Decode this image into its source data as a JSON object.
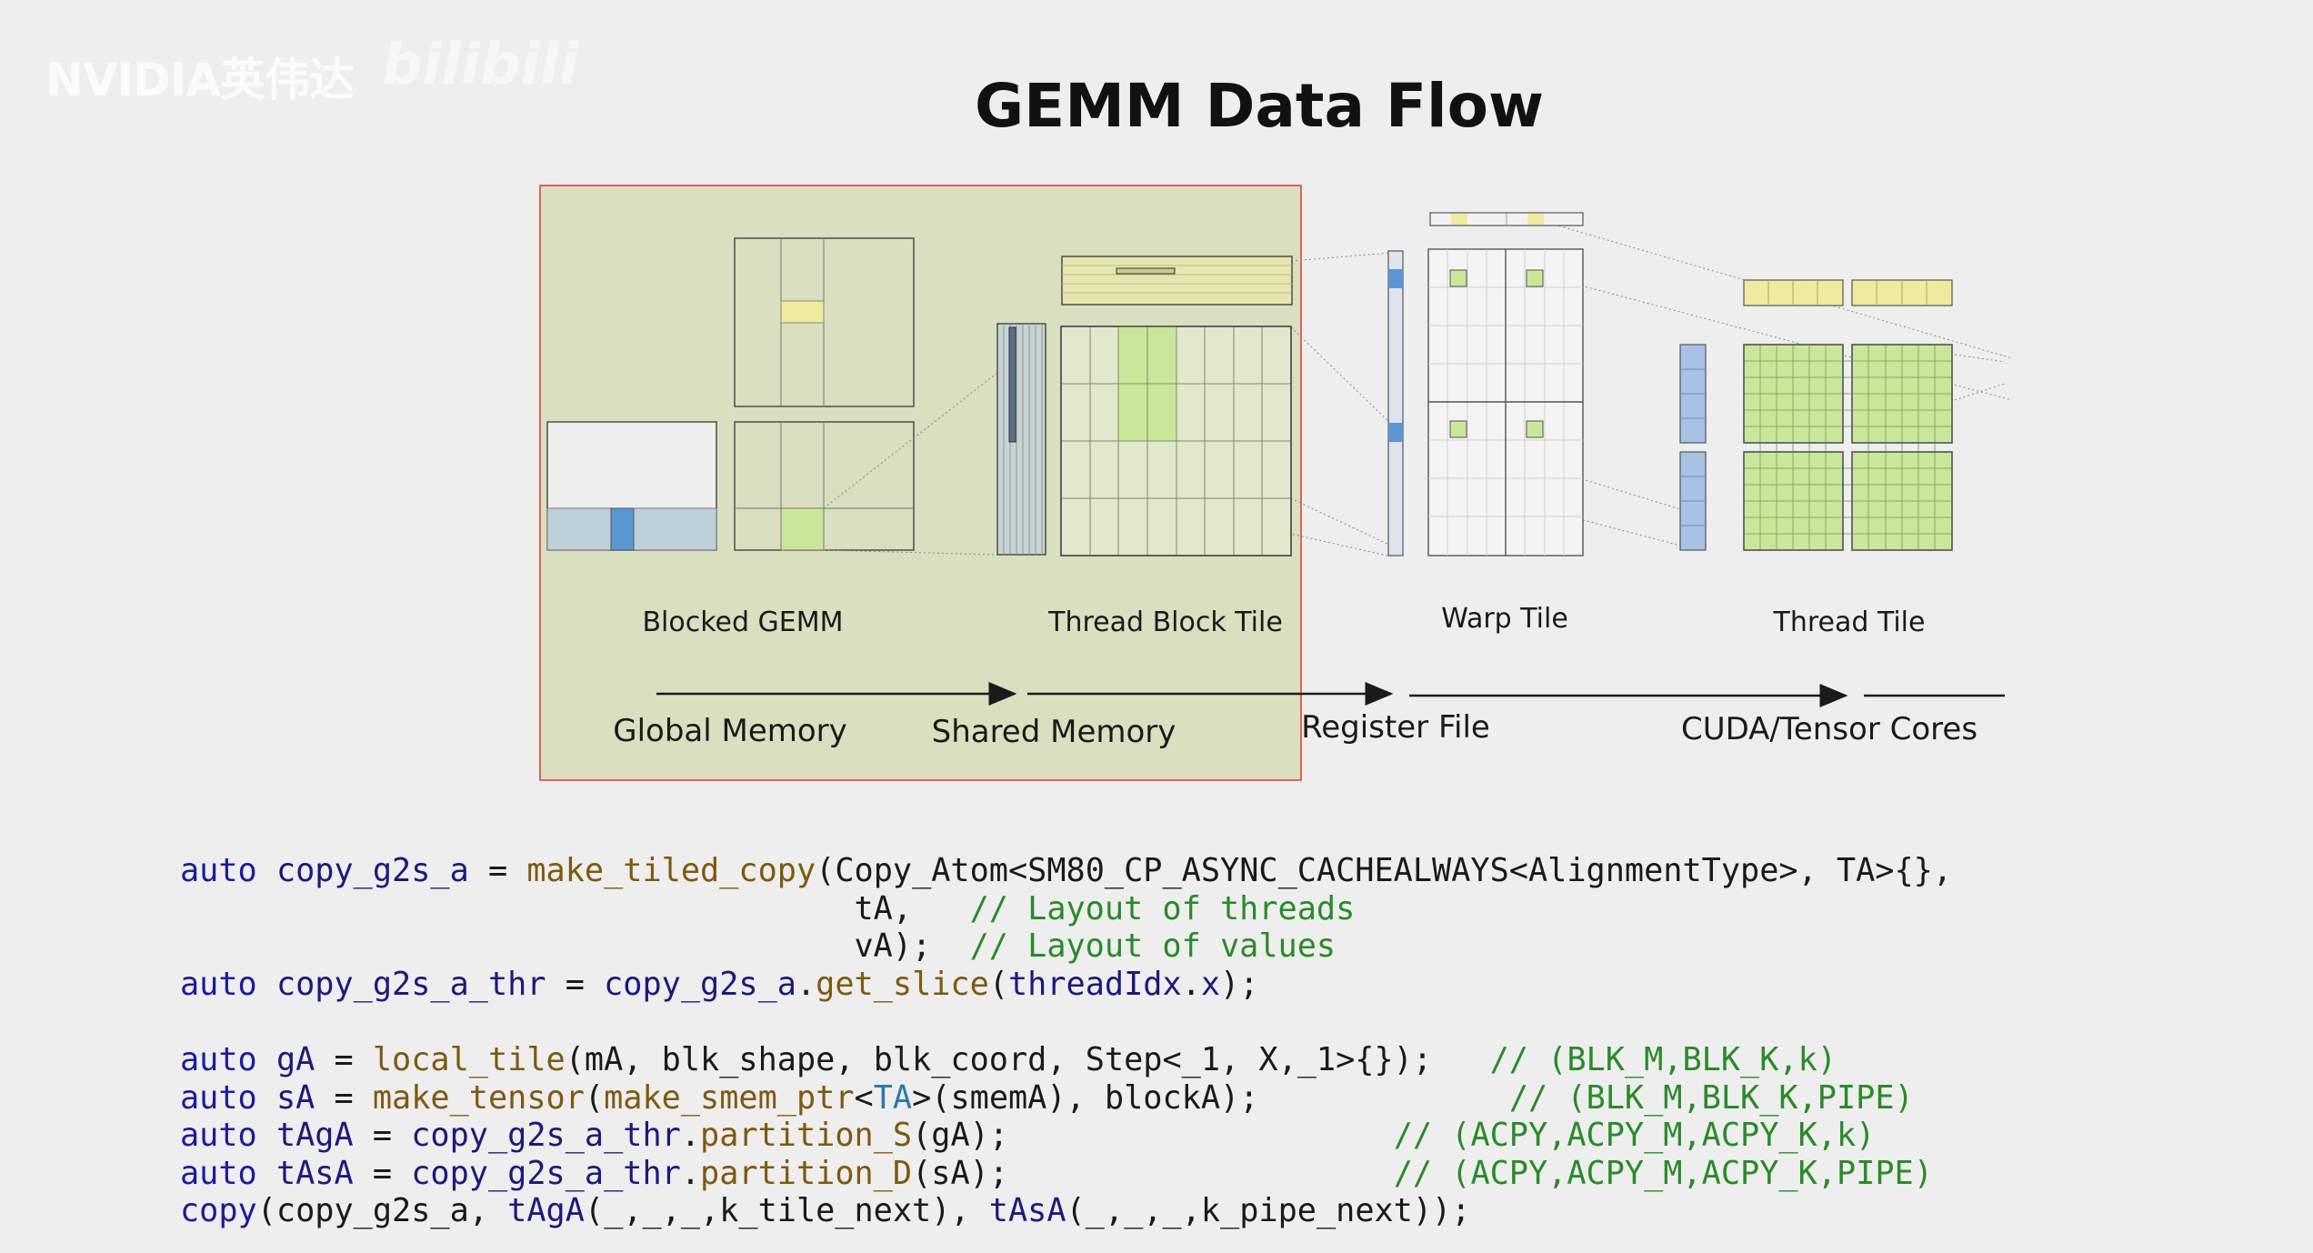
{
  "watermark": {
    "brand": "NVIDIA英伟达",
    "site": "bilibili"
  },
  "title": "GEMM Data Flow",
  "diagram": {
    "stage_labels": {
      "blocked_gemm": "Blocked GEMM",
      "thread_block_tile": "Thread Block Tile",
      "warp_tile": "Warp Tile",
      "thread_tile": "Thread Tile"
    },
    "flow_labels": {
      "global_memory": "Global Memory",
      "shared_memory": "Shared Memory",
      "register_file": "Register File",
      "cuda_tensor_cores": "CUDA/Tensor Cores"
    },
    "colors": {
      "highlight_box_fill": "#d9dfbf",
      "highlight_box_border": "#d9463e",
      "tile_green": "#c9e79a",
      "tile_yellow": "#eeeb9e",
      "tile_blue": "#a8c1e6",
      "tile_blue_dark": "#5a96d3"
    }
  },
  "code_lines": [
    [
      [
        "kw",
        "auto"
      ],
      [
        "tx",
        " "
      ],
      [
        "vr",
        "copy_g2s_a"
      ],
      [
        "tx",
        " = "
      ],
      [
        "fn",
        "make_tiled_copy"
      ],
      [
        "tx",
        "(Copy_Atom<SM80_CP_ASYNC_CACHEALWAYS<AlignmentType>, TA>{},"
      ]
    ],
    [
      [
        "tx",
        "                                   tA,   "
      ],
      [
        "cm",
        "// Layout of threads"
      ]
    ],
    [
      [
        "tx",
        "                                   vA);  "
      ],
      [
        "cm",
        "// Layout of values"
      ]
    ],
    [
      [
        "kw",
        "auto"
      ],
      [
        "tx",
        " "
      ],
      [
        "vr",
        "copy_g2s_a_thr"
      ],
      [
        "tx",
        " = "
      ],
      [
        "vr",
        "copy_g2s_a"
      ],
      [
        "tx",
        "."
      ],
      [
        "fn",
        "get_slice"
      ],
      [
        "tx",
        "("
      ],
      [
        "vr",
        "threadIdx"
      ],
      [
        "tx",
        "."
      ],
      [
        "vr",
        "x"
      ],
      [
        "tx",
        ");"
      ]
    ],
    [],
    [
      [
        "kw",
        "auto"
      ],
      [
        "tx",
        " "
      ],
      [
        "vr",
        "gA"
      ],
      [
        "tx",
        " = "
      ],
      [
        "fn",
        "local_tile"
      ],
      [
        "tx",
        "(mA, blk_shape, blk_coord, Step<_1, X,_1>{});   "
      ],
      [
        "cm",
        "// (BLK_M,BLK_K,k)"
      ]
    ],
    [
      [
        "kw",
        "auto"
      ],
      [
        "tx",
        " "
      ],
      [
        "vr",
        "sA"
      ],
      [
        "tx",
        " = "
      ],
      [
        "fn",
        "make_tensor"
      ],
      [
        "tx",
        "("
      ],
      [
        "fn",
        "make_smem_ptr"
      ],
      [
        "tx",
        "<"
      ],
      [
        "ty",
        "TA"
      ],
      [
        "tx",
        ">(smemA), blockA);             "
      ],
      [
        "cm",
        "// (BLK_M,BLK_K,PIPE)"
      ]
    ],
    [
      [
        "kw",
        "auto"
      ],
      [
        "tx",
        " "
      ],
      [
        "vr",
        "tAgA"
      ],
      [
        "tx",
        " = "
      ],
      [
        "vr",
        "copy_g2s_a_thr"
      ],
      [
        "tx",
        "."
      ],
      [
        "fn",
        "partition_S"
      ],
      [
        "tx",
        "(gA);                    "
      ],
      [
        "cm",
        "// (ACPY,ACPY_M,ACPY_K,k)"
      ]
    ],
    [
      [
        "kw",
        "auto"
      ],
      [
        "tx",
        " "
      ],
      [
        "vr",
        "tAsA"
      ],
      [
        "tx",
        " = "
      ],
      [
        "vr",
        "copy_g2s_a_thr"
      ],
      [
        "tx",
        "."
      ],
      [
        "fn",
        "partition_D"
      ],
      [
        "tx",
        "(sA);                    "
      ],
      [
        "cm",
        "// (ACPY,ACPY_M,ACPY_K,PIPE)"
      ]
    ],
    [
      [
        "kw",
        "copy"
      ],
      [
        "tx",
        "(copy_g2s_a, "
      ],
      [
        "vr",
        "tAgA"
      ],
      [
        "tx",
        "(_,_,_,k_tile_next), "
      ],
      [
        "vr",
        "tAsA"
      ],
      [
        "tx",
        "(_,_,_,k_pipe_next));"
      ]
    ]
  ]
}
